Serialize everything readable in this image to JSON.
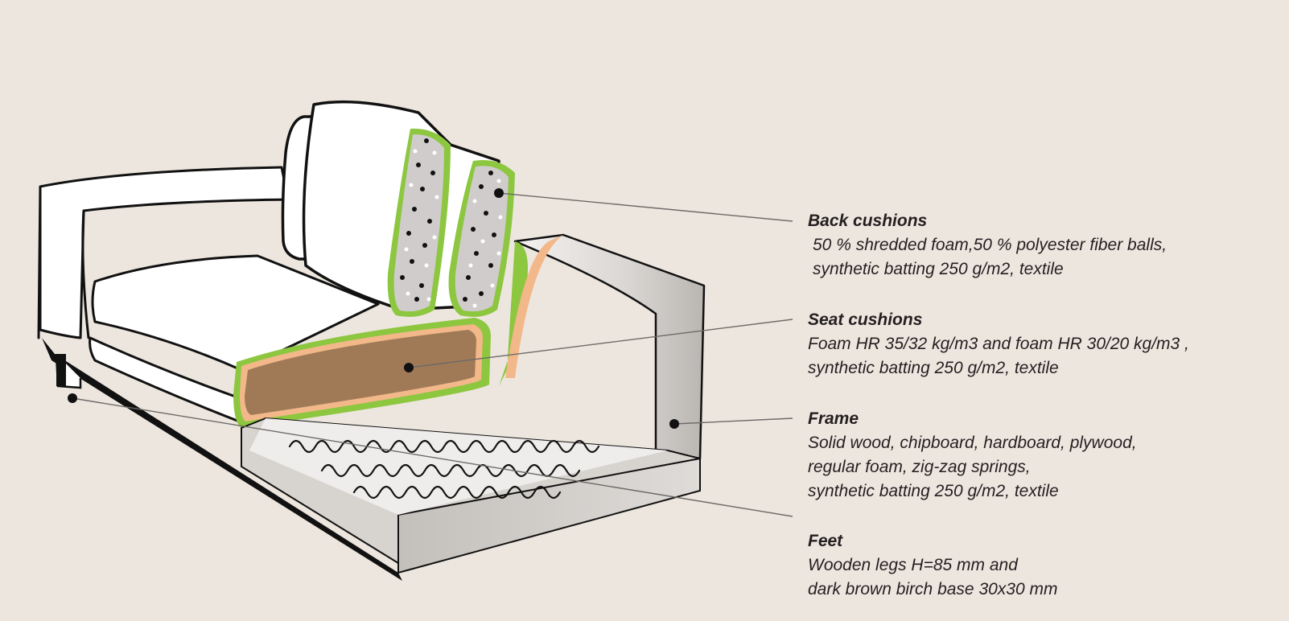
{
  "components": [
    {
      "id": "back-cushions",
      "title": "Back cushions",
      "lines": [
        "50 % shredded foam,50 % polyester fiber balls,",
        "synthetic batting 250 g/m2, textile"
      ]
    },
    {
      "id": "seat-cushions",
      "title": "Seat cushions",
      "lines": [
        "Foam HR 35/32 kg/m3 and foam HR 30/20 kg/m3 ,",
        "synthetic batting 250 g/m2, textile"
      ]
    },
    {
      "id": "frame",
      "title": "Frame",
      "lines": [
        "Solid wood, chipboard, hardboard, plywood,",
        "regular foam, zig-zag springs,",
        "synthetic batting 250 g/m2, textile"
      ]
    },
    {
      "id": "feet",
      "title": "Feet",
      "lines": [
        "Wooden legs H=85 mm and",
        "dark brown birch base 30x30 mm"
      ]
    }
  ],
  "colors": {
    "background": "#ede6df",
    "outline": "#111111",
    "padding_green": "#8dc63f",
    "batting_peach": "#f2b88a",
    "foam_brown": "#a07a57",
    "frame_grey": "#c9c7c4",
    "fill_white": "#ffffff",
    "leader_line": "#6d6a67"
  }
}
